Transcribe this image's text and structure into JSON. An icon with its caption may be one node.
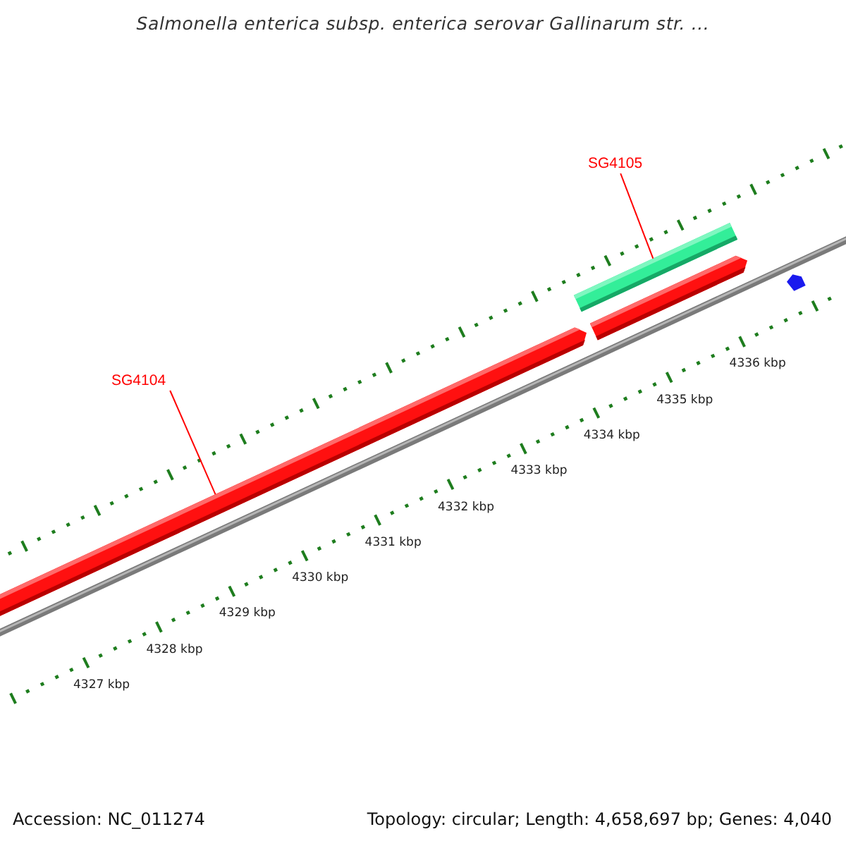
{
  "diagram": {
    "title": "Salmonella enterica subsp. enterica serovar Gallinarum str. ...",
    "nodes": [
      {
        "text": [
          "SG4104"
        ]
      },
      {
        "text": [
          "SG4105"
        ]
      },
      {
        "text": [],
        "shape": "bar"
      },
      {
        "text": [],
        "shape": "bar"
      },
      {
        "text": [],
        "shape": "bar"
      },
      {
        "text": [],
        "shape": "pentagon"
      }
    ],
    "edges": [
      {
        "from": 0,
        "to": 2,
        "arrow": "none"
      },
      {
        "from": 1,
        "to": 3,
        "arrow": "none"
      }
    ],
    "labels": [
      "4327 kbp",
      "4328 kbp",
      "4329 kbp",
      "4330 kbp",
      "4331 kbp",
      "4332 kbp",
      "4333 kbp",
      "4334 kbp",
      "4335 kbp",
      "4336 kbp",
      "Accession: NC_011274",
      "Topology: circular; Length: 4,658,697 bp; Genes: 4,040"
    ]
  }
}
